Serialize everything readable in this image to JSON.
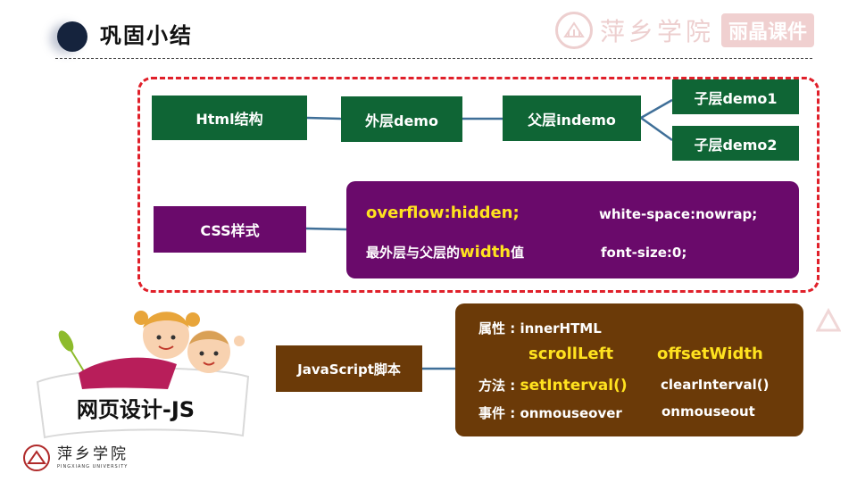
{
  "header": {
    "title": "巩固小结",
    "watermark_name": "萍乡学院",
    "watermark_brand": "丽晶课件"
  },
  "html_section": {
    "root": "Html结构",
    "outer": "外层demo",
    "parent": "父层indemo",
    "child1": "子层demo1",
    "child2": "子层demo2"
  },
  "css_section": {
    "label": "CSS样式",
    "line1_left": "overflow:hidden;",
    "line1_right": "white-space:nowrap;",
    "line2_left_prefix": "最外层与父层的",
    "line2_left_highlight": "width",
    "line2_left_suffix": "值",
    "line2_right": "font-size:0;"
  },
  "js_section": {
    "label": "JavaScript脚本",
    "property_label": "属性 : innerHTML",
    "property_item1": "scrollLeft",
    "property_item2": "offsetWidth",
    "method_prefix": "方法 : ",
    "method_item1": "setInterval()",
    "method_item2": "clearInterval()",
    "event_label": "事件 : onmouseover",
    "event_item2": "onmouseout"
  },
  "illustration": {
    "caption": "网页设计-JS"
  },
  "footer": {
    "logo_name": "萍乡学院",
    "logo_sub": "PINGXIANG UNIVERSITY"
  },
  "colors": {
    "green": "#0f6535",
    "purple": "#6a0a6b",
    "brown": "#6b3a08",
    "highlight": "#ffe21f",
    "dash_red": "#e0202a",
    "connector": "#3f6f98"
  }
}
